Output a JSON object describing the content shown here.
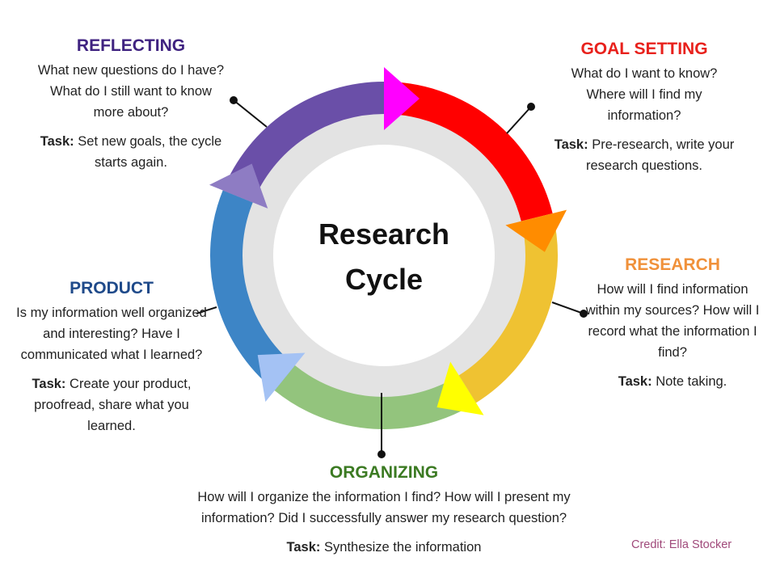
{
  "center_title": [
    "Research",
    "Cycle"
  ],
  "stages": {
    "reflecting": {
      "title": "REFLECTING",
      "color": "#3f2280",
      "text": "What new questions do I have? What do I still want to know more about?",
      "task_label": "Task:",
      "task": "Set new goals, the cycle starts again."
    },
    "goal_setting": {
      "title": "GOAL SETTING",
      "color": "#e8211c",
      "text": "What do I want to know? Where will I find my information?",
      "task_label": "Task:",
      "task": "Pre-research, write your research questions."
    },
    "research": {
      "title": "RESEARCH",
      "color": "#f0913a",
      "text": "How will I find information within my sources? How will I record what the information I find?",
      "task_label": "Task:",
      "task": "Note taking."
    },
    "product": {
      "title": "PRODUCT",
      "color": "#1f4a8a",
      "text": "Is my information well organized and interesting? Have I communicated what I learned?",
      "task_label": "Task:",
      "task": "Create your product, proofread, share what you learned."
    },
    "organizing": {
      "title": "ORGANIZING",
      "color": "#3b7a22",
      "text": "How will I organize the information I find? How will I present my information? Did I successfully answer my research question?",
      "task_label": "Task:",
      "task": "Synthesize the information"
    }
  },
  "ring_colors": {
    "purple": "#6a4fa8",
    "red": "#ff0000",
    "yellow": "#efc232",
    "green": "#93c47d",
    "blue": "#3d85c6",
    "inner": "#e3e3e3"
  },
  "arrow_colors": {
    "magenta": "#ff00ff",
    "orange": "#ff8c00",
    "yellow": "#ffff00",
    "lightblue": "#a4c2f4",
    "lavender": "#8e7cc3"
  },
  "credit": "Credit: Ella Stocker"
}
